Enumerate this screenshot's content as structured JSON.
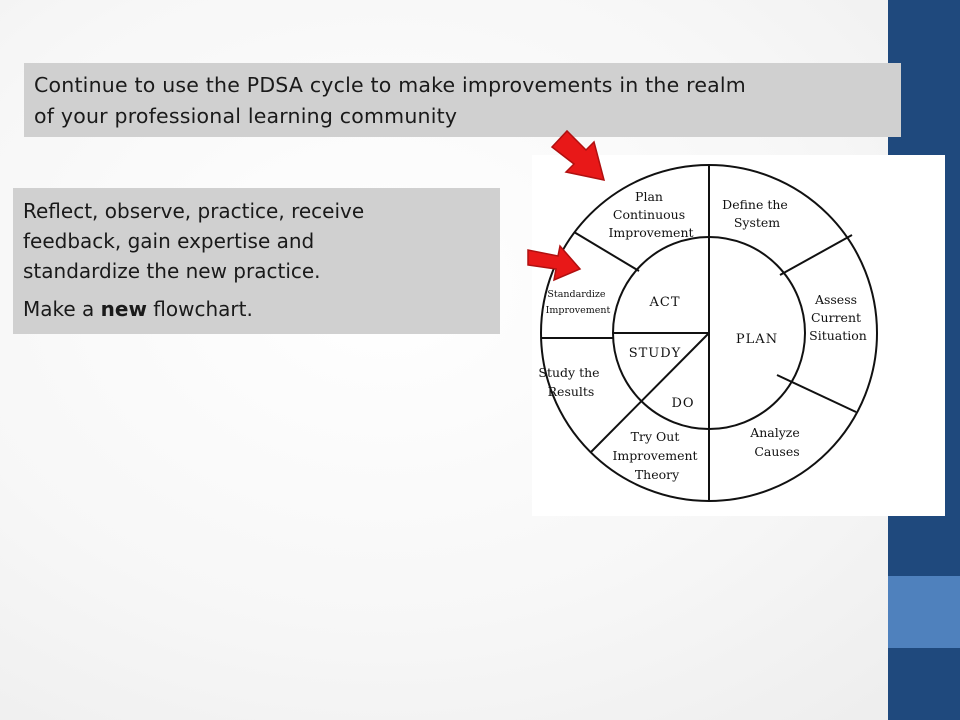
{
  "title": {
    "line1": "Continue to use the PDSA cycle to make improvements in the realm",
    "line2": "of your professional learning community"
  },
  "body": {
    "line1": "Reflect, observe, practice, receive",
    "line2": "feedback, gain expertise and",
    "line3": "standardize the new practice.",
    "make_prefix": "Make a ",
    "make_bold": "new",
    "make_suffix": " flowchart."
  },
  "diagram": {
    "outer_segments": {
      "plan_continuous": [
        "Plan",
        "Continuous",
        "Improvement"
      ],
      "define_system": [
        "Define the",
        "System"
      ],
      "assess_current": [
        "Assess",
        "Current",
        "Situation"
      ],
      "analyze_causes": [
        "Analyze",
        "Causes"
      ],
      "try_out": [
        "Try Out",
        "Improvement",
        "Theory"
      ],
      "study_results": [
        "Study the",
        "Results"
      ],
      "standardize": [
        "Standardize",
        "Improvement"
      ]
    },
    "inner_phases": {
      "act": "ACT",
      "plan": "PLAN",
      "study": "STUDY",
      "do": "DO"
    }
  },
  "colors": {
    "sidebar_dark": "#1f497d",
    "sidebar_light": "#4f81bd",
    "text_box_bg": "#d0d0d0",
    "arrow_red": "#e81818"
  },
  "icons": [
    "arrow-pointer-icon",
    "arrow-pointer-icon"
  ]
}
